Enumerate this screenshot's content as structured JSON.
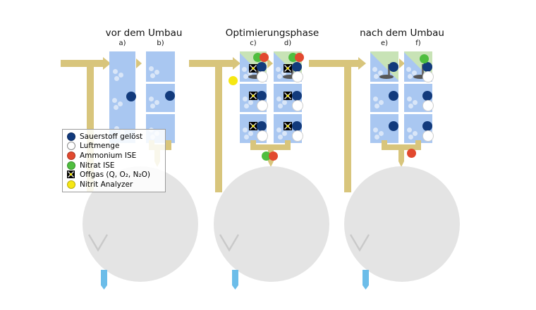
{
  "colors": {
    "cell_blue": "#a9c7f1",
    "zone_green": "#c8e3b6",
    "pipe_tan": "#d8c57c",
    "oxygen_navy": "#123a7c",
    "air_white": "#ffffff",
    "ammonium_red": "#e2492f",
    "nitrate_green": "#4fbe3f",
    "nitrit_yellow": "#f6e713",
    "offgas_black": "#000000",
    "clarifier_gray": "#e4e4e4",
    "clarifier_mark": "#c9c9c9",
    "effluent_blue": "#6cbde9",
    "stirrer_gray": "#6a6a6a",
    "bubble": "#d9e6f8"
  },
  "legend": {
    "items": [
      {
        "name": "oxygen",
        "label": "Sauerstoff gelöst"
      },
      {
        "name": "air",
        "label": "Luftmenge"
      },
      {
        "name": "ammonium",
        "label": "Ammonium ISE"
      },
      {
        "name": "nitrate",
        "label": "Nitrat ISE"
      },
      {
        "name": "offgas",
        "label": "Offgas (Q, O₂, N₂O)"
      },
      {
        "name": "nitrit",
        "label": "Nitrit Analyzer"
      }
    ]
  },
  "phases": [
    {
      "title": "vor dem Umbau",
      "columns": [
        {
          "label": "a)",
          "cells": [
            {
              "tall": true,
              "bubbles": true,
              "sensors": [
                "oxygen"
              ]
            }
          ]
        },
        {
          "label": "b)",
          "cells": [
            {
              "bubbles": true,
              "sensors": []
            },
            {
              "bubbles": true,
              "sensors": [
                "oxygen"
              ]
            },
            {
              "bubbles": true,
              "sensors": []
            }
          ]
        }
      ],
      "markers": {
        "effluent_sensors": []
      }
    },
    {
      "title": "Optimierungsphase",
      "columns": [
        {
          "label": "c)",
          "cells": [
            {
              "zone": "green",
              "bubbles": true,
              "stirrer": true,
              "sensors": [
                "nitrate",
                "ammonium",
                "offgas",
                "oxygen",
                "air"
              ]
            },
            {
              "bubbles": true,
              "sensors": [
                "offgas",
                "oxygen",
                "air"
              ]
            },
            {
              "bubbles": true,
              "sensors": [
                "offgas",
                "oxygen",
                "air"
              ]
            }
          ]
        },
        {
          "label": "d)",
          "cells": [
            {
              "zone": "green",
              "bubbles": true,
              "stirrer": true,
              "sensors": [
                "nitrate",
                "ammonium",
                "offgas",
                "oxygen",
                "air"
              ]
            },
            {
              "bubbles": true,
              "sensors": [
                "offgas",
                "oxygen",
                "air"
              ]
            },
            {
              "bubbles": true,
              "sensors": [
                "offgas",
                "oxygen",
                "air"
              ]
            }
          ]
        }
      ],
      "markers": {
        "influent_sensor": "nitrit",
        "effluent_sensors": [
          "nitrate",
          "ammonium"
        ]
      }
    },
    {
      "title": "nach dem Umbau",
      "columns": [
        {
          "label": "e)",
          "cells": [
            {
              "zone": "green",
              "bubbles": true,
              "stirrer": true,
              "sensors": [
                "oxygen"
              ]
            },
            {
              "bubbles": true,
              "sensors": [
                "oxygen"
              ]
            },
            {
              "bubbles": true,
              "sensors": [
                "oxygen"
              ]
            }
          ]
        },
        {
          "label": "f)",
          "cells": [
            {
              "zone": "green",
              "bubbles": true,
              "stirrer": true,
              "sensors": [
                "nitrate",
                "oxygen",
                "air"
              ]
            },
            {
              "bubbles": true,
              "sensors": [
                "oxygen",
                "air"
              ]
            },
            {
              "bubbles": true,
              "sensors": [
                "oxygen",
                "air"
              ]
            }
          ]
        }
      ],
      "markers": {
        "effluent_sensors": [
          "ammonium"
        ]
      }
    }
  ]
}
